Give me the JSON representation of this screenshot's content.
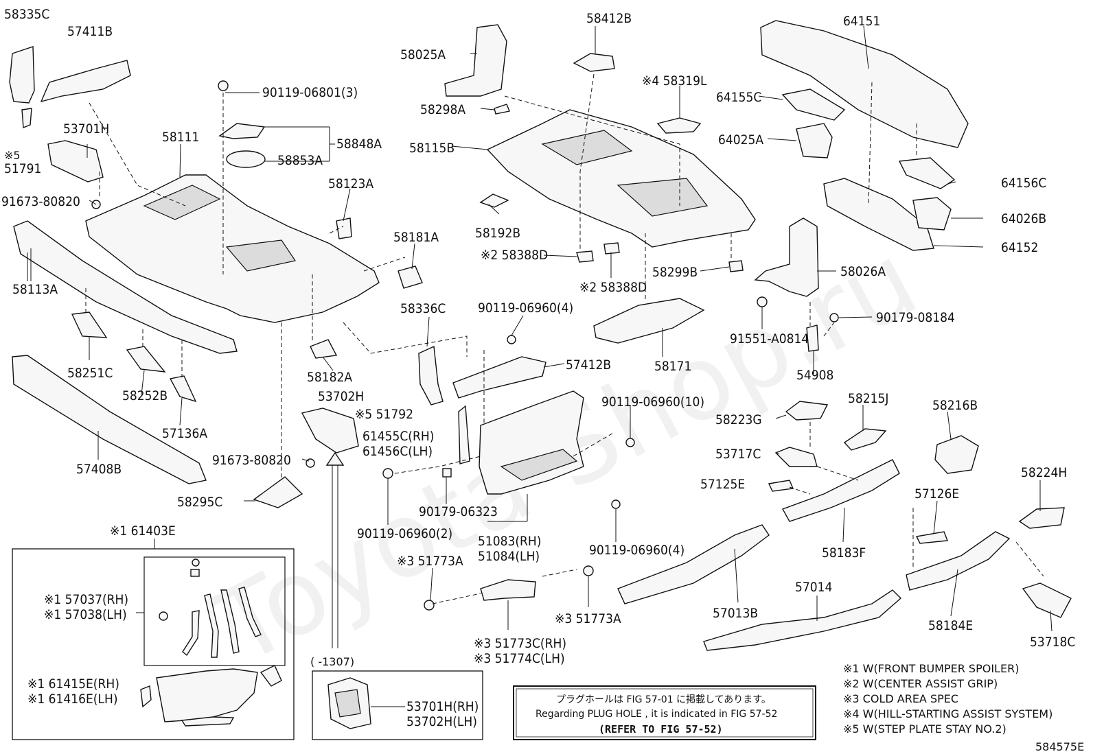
{
  "labels": {
    "p58335C": "58335C",
    "p57411B": "57411B",
    "p53701H": "53701H",
    "p51791": "51791",
    "p51791_note": "※5",
    "p91673a": "91673-80820",
    "p58111": "58111",
    "p90119_06801": "90119-06801(3)",
    "p58848A": "58848A",
    "p58853A": "58853A",
    "p58123A": "58123A",
    "p58181A": "58181A",
    "p58113A": "58113A",
    "p58251C": "58251C",
    "p58252B": "58252B",
    "p57136A": "57136A",
    "p57408B": "57408B",
    "p58182A": "58182A",
    "p53702H": "53702H",
    "p51792": "※5 51792",
    "p61455C": "61455C(RH)",
    "p61456C": "61456C(LH)",
    "p91673b": "91673-80820",
    "p58295C": "58295C",
    "p58025A": "58025A",
    "p58298A": "58298A",
    "p58412B": "58412B",
    "p58319L": "※4 58319L",
    "p58115B": "58115B",
    "p58192B": "58192B",
    "p58388D_1": "※2 58388D",
    "p58388D_2": "※2 58388D",
    "p58299B": "58299B",
    "p58336C": "58336C",
    "p90119_06960_4a": "90119-06960(4)",
    "p57412B": "57412B",
    "p58171": "58171",
    "p90119_06960_10": "90119-06960(10)",
    "p90179_06323": "90179-06323",
    "p90119_06960_2": "90119-06960(2)",
    "p51083": "51083(RH)",
    "p51084": "51084(LH)",
    "p90119_06960_4b": "90119-06960(4)",
    "p51773A_1": "※3 51773A",
    "p51773A_2": "※3 51773A",
    "p51773C": "※3 51773C(RH)",
    "p51774C": "※3 51774C(LH)",
    "p64151": "64151",
    "p64155C": "64155C",
    "p64025A": "64025A",
    "p64156C": "64156C",
    "p64026B": "64026B",
    "p64152": "64152",
    "p58026A": "58026A",
    "p91551": "91551-A0814",
    "p90179_08184": "90179-08184",
    "p54908": "54908",
    "p58215J": "58215J",
    "p58223G": "58223G",
    "p53717C": "53717C",
    "p57125E": "57125E",
    "p58216B": "58216B",
    "p57126E": "57126E",
    "p58224H": "58224H",
    "p58183F": "58183F",
    "p57013B": "57013B",
    "p57014": "57014",
    "p58184E": "58184E",
    "p53718C": "53718C",
    "p61403E": "※1 61403E",
    "p57037": "※1 57037(RH)",
    "p57038": "※1 57038(LH)",
    "p61415E": "※1 61415E(RH)",
    "p61416E": "※1 61416E(LH)",
    "inset_date": "(      -1307)",
    "inset_rh": "53701H(RH)",
    "inset_lh": "53702H(LH)"
  },
  "footnotes": [
    "※1 W(FRONT BUMPER SPOILER)",
    "※2 W(CENTER ASSIST GRIP)",
    "※3 COLD AREA SPEC",
    "※4 W(HILL-STARTING ASSIST SYSTEM)",
    "※5 W(STEP PLATE STAY NO.2)"
  ],
  "reference_box": {
    "line_jp": "プラグホールは FIG 57-01 に掲載してあります。",
    "line_en": "Regarding  PLUG  HOLE , it is indicated in FIG  57-52",
    "line_ref": "(REFER TO FIG 57-52)"
  },
  "figure_id": "584575E",
  "watermark": "Toyota-Shop.ru"
}
